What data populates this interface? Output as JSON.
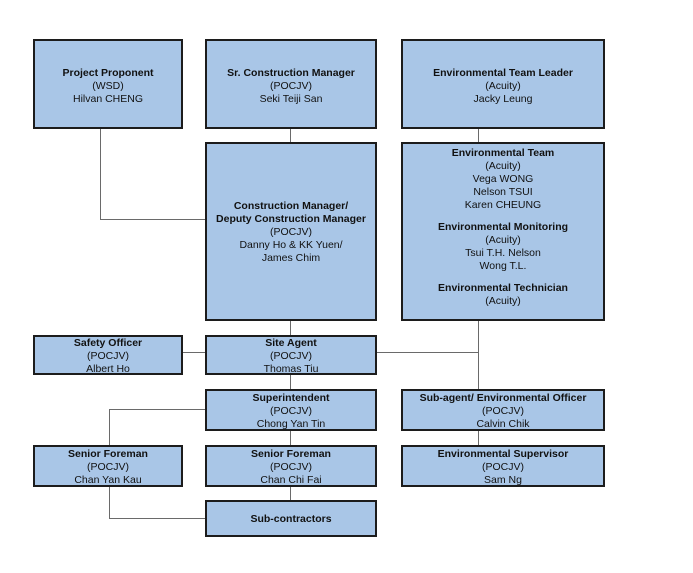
{
  "org_chart": {
    "project_proponent": {
      "title": "Project Proponent",
      "org": "(WSD)",
      "name": "Hilvan CHENG"
    },
    "sr_construction_manager": {
      "title": "Sr. Construction Manager",
      "org": "(POCJV)",
      "name": "Seki Teiji San"
    },
    "environmental_team_leader": {
      "title": "Environmental Team Leader",
      "org": "(Acuity)",
      "name": "Jacky Leung"
    },
    "construction_manager": {
      "title_line1": "Construction Manager/",
      "title_line2": "Deputy Construction Manager",
      "org": "(POCJV)",
      "name_line1": "Danny Ho & KK Yuen/",
      "name_line2": "James Chim"
    },
    "environmental_team": {
      "title": "Environmental Team",
      "org": "(Acuity)",
      "members": [
        "Vega WONG",
        "Nelson TSUI",
        "Karen CHEUNG"
      ],
      "monitoring_title": "Environmental Monitoring",
      "monitoring_org": "(Acuity)",
      "monitoring_members": [
        "Tsui T.H. Nelson",
        "Wong T.L."
      ],
      "technician_title": "Environmental Technician",
      "technician_org": "(Acuity)"
    },
    "safety_officer": {
      "title": "Safety Officer",
      "org": "(POCJV)",
      "name": "Albert Ho"
    },
    "site_agent": {
      "title": "Site Agent",
      "org": "(POCJV)",
      "name": "Thomas Tiu"
    },
    "superintendent": {
      "title": "Superintendent",
      "org": "(POCJV)",
      "name": "Chong Yan Tin"
    },
    "sub_agent": {
      "title": "Sub-agent/ Environmental Officer",
      "org": "(POCJV)",
      "name": "Calvin Chik"
    },
    "senior_foreman_left": {
      "title": "Senior Foreman",
      "org": "(POCJV)",
      "name": "Chan Yan Kau"
    },
    "senior_foreman_mid": {
      "title": "Senior Foreman",
      "org": "(POCJV)",
      "name": "Chan Chi Fai"
    },
    "environmental_supervisor": {
      "title": "Environmental Supervisor",
      "org": "(POCJV)",
      "name": "Sam Ng"
    },
    "sub_contractors": {
      "title": "Sub-contractors"
    }
  },
  "colors": {
    "box_fill": "#a9c6e7",
    "box_border": "#1c1c1c",
    "connector": "#6a6a6a"
  }
}
